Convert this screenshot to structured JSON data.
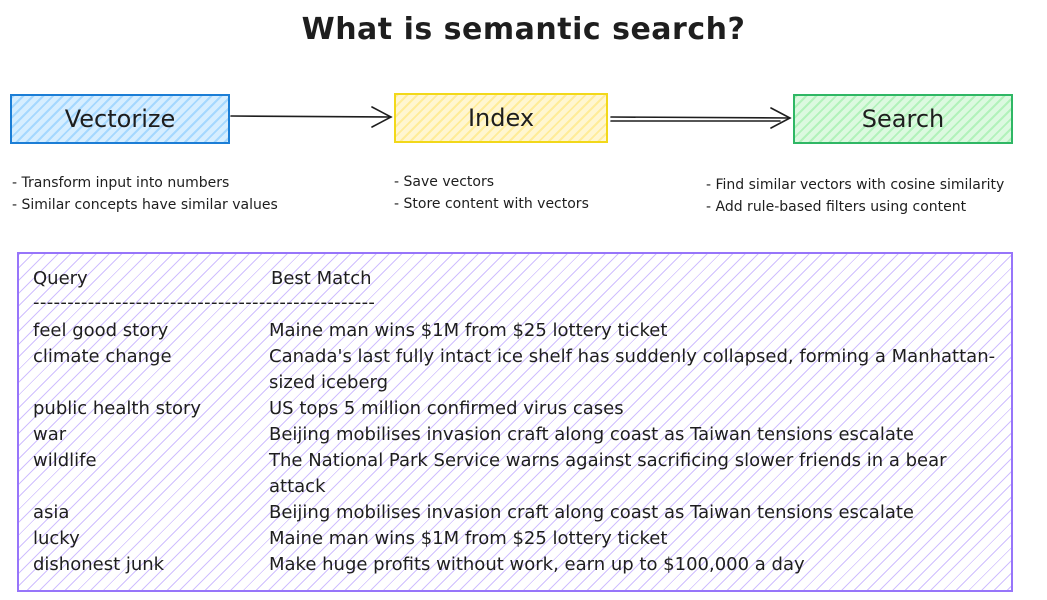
{
  "title": "What is semantic search?",
  "stages": [
    {
      "label": "Vectorize",
      "bullets": [
        "- Transform input into numbers",
        "- Similar concepts have similar values"
      ],
      "color": "#1c7ed6"
    },
    {
      "label": "Index",
      "bullets": [
        "- Save vectors",
        "- Store content with vectors"
      ],
      "color": "#f2d81a"
    },
    {
      "label": "Search",
      "bullets": [
        "- Find similar vectors with cosine similarity",
        "- Add rule-based filters using content"
      ],
      "color": "#2fb765"
    }
  ],
  "table": {
    "header_query": "Query",
    "header_match": "Best Match",
    "separator": "--------------------------------------------------",
    "border_color": "#9775fa",
    "rows": [
      {
        "query": "feel good story",
        "match": "Maine man wins $1M from $25 lottery ticket"
      },
      {
        "query": "climate change",
        "match": "Canada's last fully intact ice shelf has suddenly collapsed, forming a Manhattan-sized iceberg"
      },
      {
        "query": "public health story",
        "match": "US tops 5 million confirmed virus cases"
      },
      {
        "query": "war",
        "match": "Beijing mobilises invasion craft along coast as Taiwan tensions escalate"
      },
      {
        "query": "wildlife",
        "match": "The National Park Service warns against sacrificing slower friends in a bear attack"
      },
      {
        "query": "asia",
        "match": "Beijing mobilises invasion craft along coast as Taiwan tensions escalate"
      },
      {
        "query": "lucky",
        "match": "Maine man wins $1M from $25 lottery ticket"
      },
      {
        "query": "dishonest junk",
        "match": "Make huge profits without work, earn up to $100,000 a day"
      }
    ]
  }
}
